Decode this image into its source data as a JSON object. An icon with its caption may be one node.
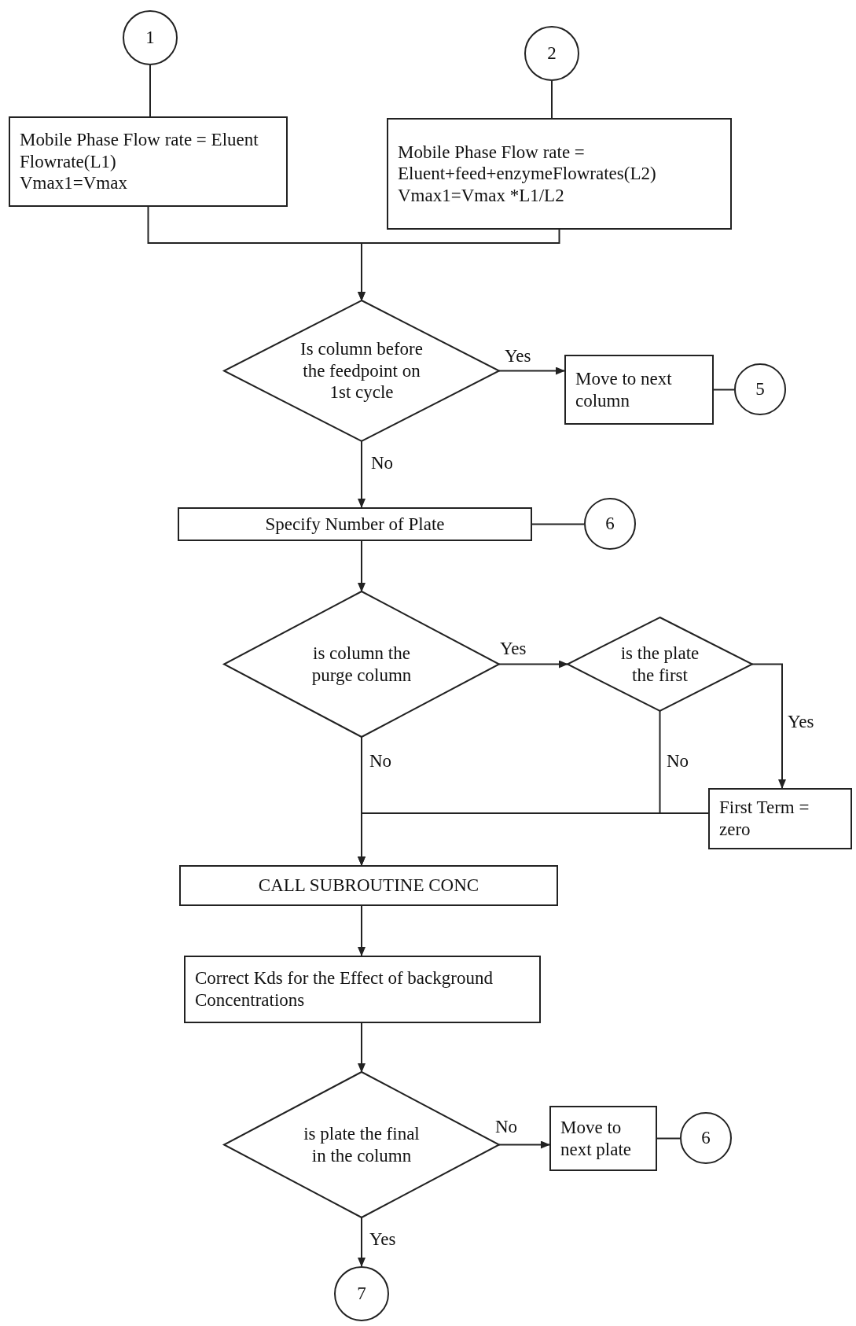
{
  "diagram": {
    "nodes": [
      {
        "text": [
          "1"
        ]
      },
      {
        "text": [
          "Mobile Phase Flow rate = Eluent Flowrate(L1)",
          "Vmax1=Vmax"
        ]
      },
      {
        "text": [
          "2"
        ]
      },
      {
        "text": [
          "Mobile Phase Flow rate = Eluent+feed+enzymeFlowrates(L2)",
          "Vmax1=Vmax *L1/L2"
        ]
      },
      {
        "text": [
          "Is column before the feedpoint on 1st cycle"
        ]
      },
      {
        "text": [
          "Move to next column"
        ]
      },
      {
        "text": [
          "5"
        ]
      },
      {
        "text": [
          "Specify Number of Plate"
        ]
      },
      {
        "text": [
          "6"
        ]
      },
      {
        "text": [
          "is column the purge column"
        ]
      },
      {
        "text": [
          "is the plate the first"
        ]
      },
      {
        "text": [
          "First Term = zero"
        ]
      },
      {
        "text": [
          "CALL SUBROUTINE CONC"
        ]
      },
      {
        "text": [
          "Correct Kds for the Effect of background Concentrations"
        ]
      },
      {
        "text": [
          "is plate the final in the column"
        ]
      },
      {
        "text": [
          "Move to next plate"
        ]
      },
      {
        "text": [
          "6"
        ]
      },
      {
        "text": [
          "7"
        ]
      }
    ],
    "edges": [
      {
        "from": 0,
        "to": 1,
        "arrow": "none"
      },
      {
        "from": 2,
        "to": 3,
        "arrow": "none"
      },
      {
        "from": 1,
        "to": 4,
        "arrow": "to"
      },
      {
        "from": 3,
        "to": 4,
        "arrow": "to"
      },
      {
        "from": 4,
        "to": 5,
        "arrow": "to",
        "label": "Yes"
      },
      {
        "from": 5,
        "to": 6,
        "arrow": "none"
      },
      {
        "from": 4,
        "to": 7,
        "arrow": "to",
        "label": "No"
      },
      {
        "from": 7,
        "to": 8,
        "arrow": "none"
      },
      {
        "from": 7,
        "to": 9,
        "arrow": "to"
      },
      {
        "from": 9,
        "to": 10,
        "arrow": "to",
        "label": "Yes"
      },
      {
        "from": 10,
        "to": 11,
        "arrow": "to",
        "label": "Yes"
      },
      {
        "from": 10,
        "to": 12,
        "arrow": "to",
        "label": "No"
      },
      {
        "from": 11,
        "to": 12,
        "arrow": "to"
      },
      {
        "from": 9,
        "to": 12,
        "arrow": "to",
        "label": "No"
      },
      {
        "from": 12,
        "to": 13,
        "arrow": "to"
      },
      {
        "from": 13,
        "to": 14,
        "arrow": "to"
      },
      {
        "from": 14,
        "to": 15,
        "arrow": "to",
        "label": "No"
      },
      {
        "from": 15,
        "to": 16,
        "arrow": "none"
      },
      {
        "from": 14,
        "to": 17,
        "arrow": "to",
        "label": "Yes"
      }
    ]
  }
}
